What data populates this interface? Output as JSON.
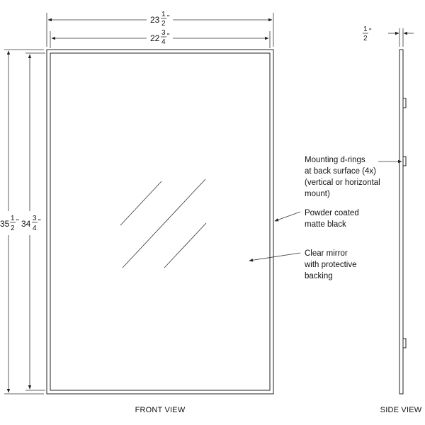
{
  "dimensions": {
    "overall_width": {
      "whole": "23",
      "num": "1",
      "den": "2",
      "unit": "\""
    },
    "inner_width": {
      "whole": "22",
      "num": "3",
      "den": "4",
      "unit": "\""
    },
    "overall_height": {
      "whole": "35",
      "num": "1",
      "den": "2",
      "unit": "\""
    },
    "inner_height": {
      "whole": "34",
      "num": "3",
      "den": "4",
      "unit": "\""
    },
    "depth": {
      "whole": "",
      "num": "1",
      "den": "2",
      "unit": "\""
    }
  },
  "callouts": {
    "mounting": [
      "Mounting d-rings",
      "at back surface (4x)",
      "(vertical or horizontal",
      "mount)"
    ],
    "frame": [
      "Powder coated",
      "matte black"
    ],
    "mirror": [
      "Clear mirror",
      "with protective",
      "backing"
    ]
  },
  "views": {
    "front": "FRONT VIEW",
    "side": "SIDE VIEW"
  },
  "colors": {
    "line": "#222222",
    "background": "#ffffff"
  }
}
